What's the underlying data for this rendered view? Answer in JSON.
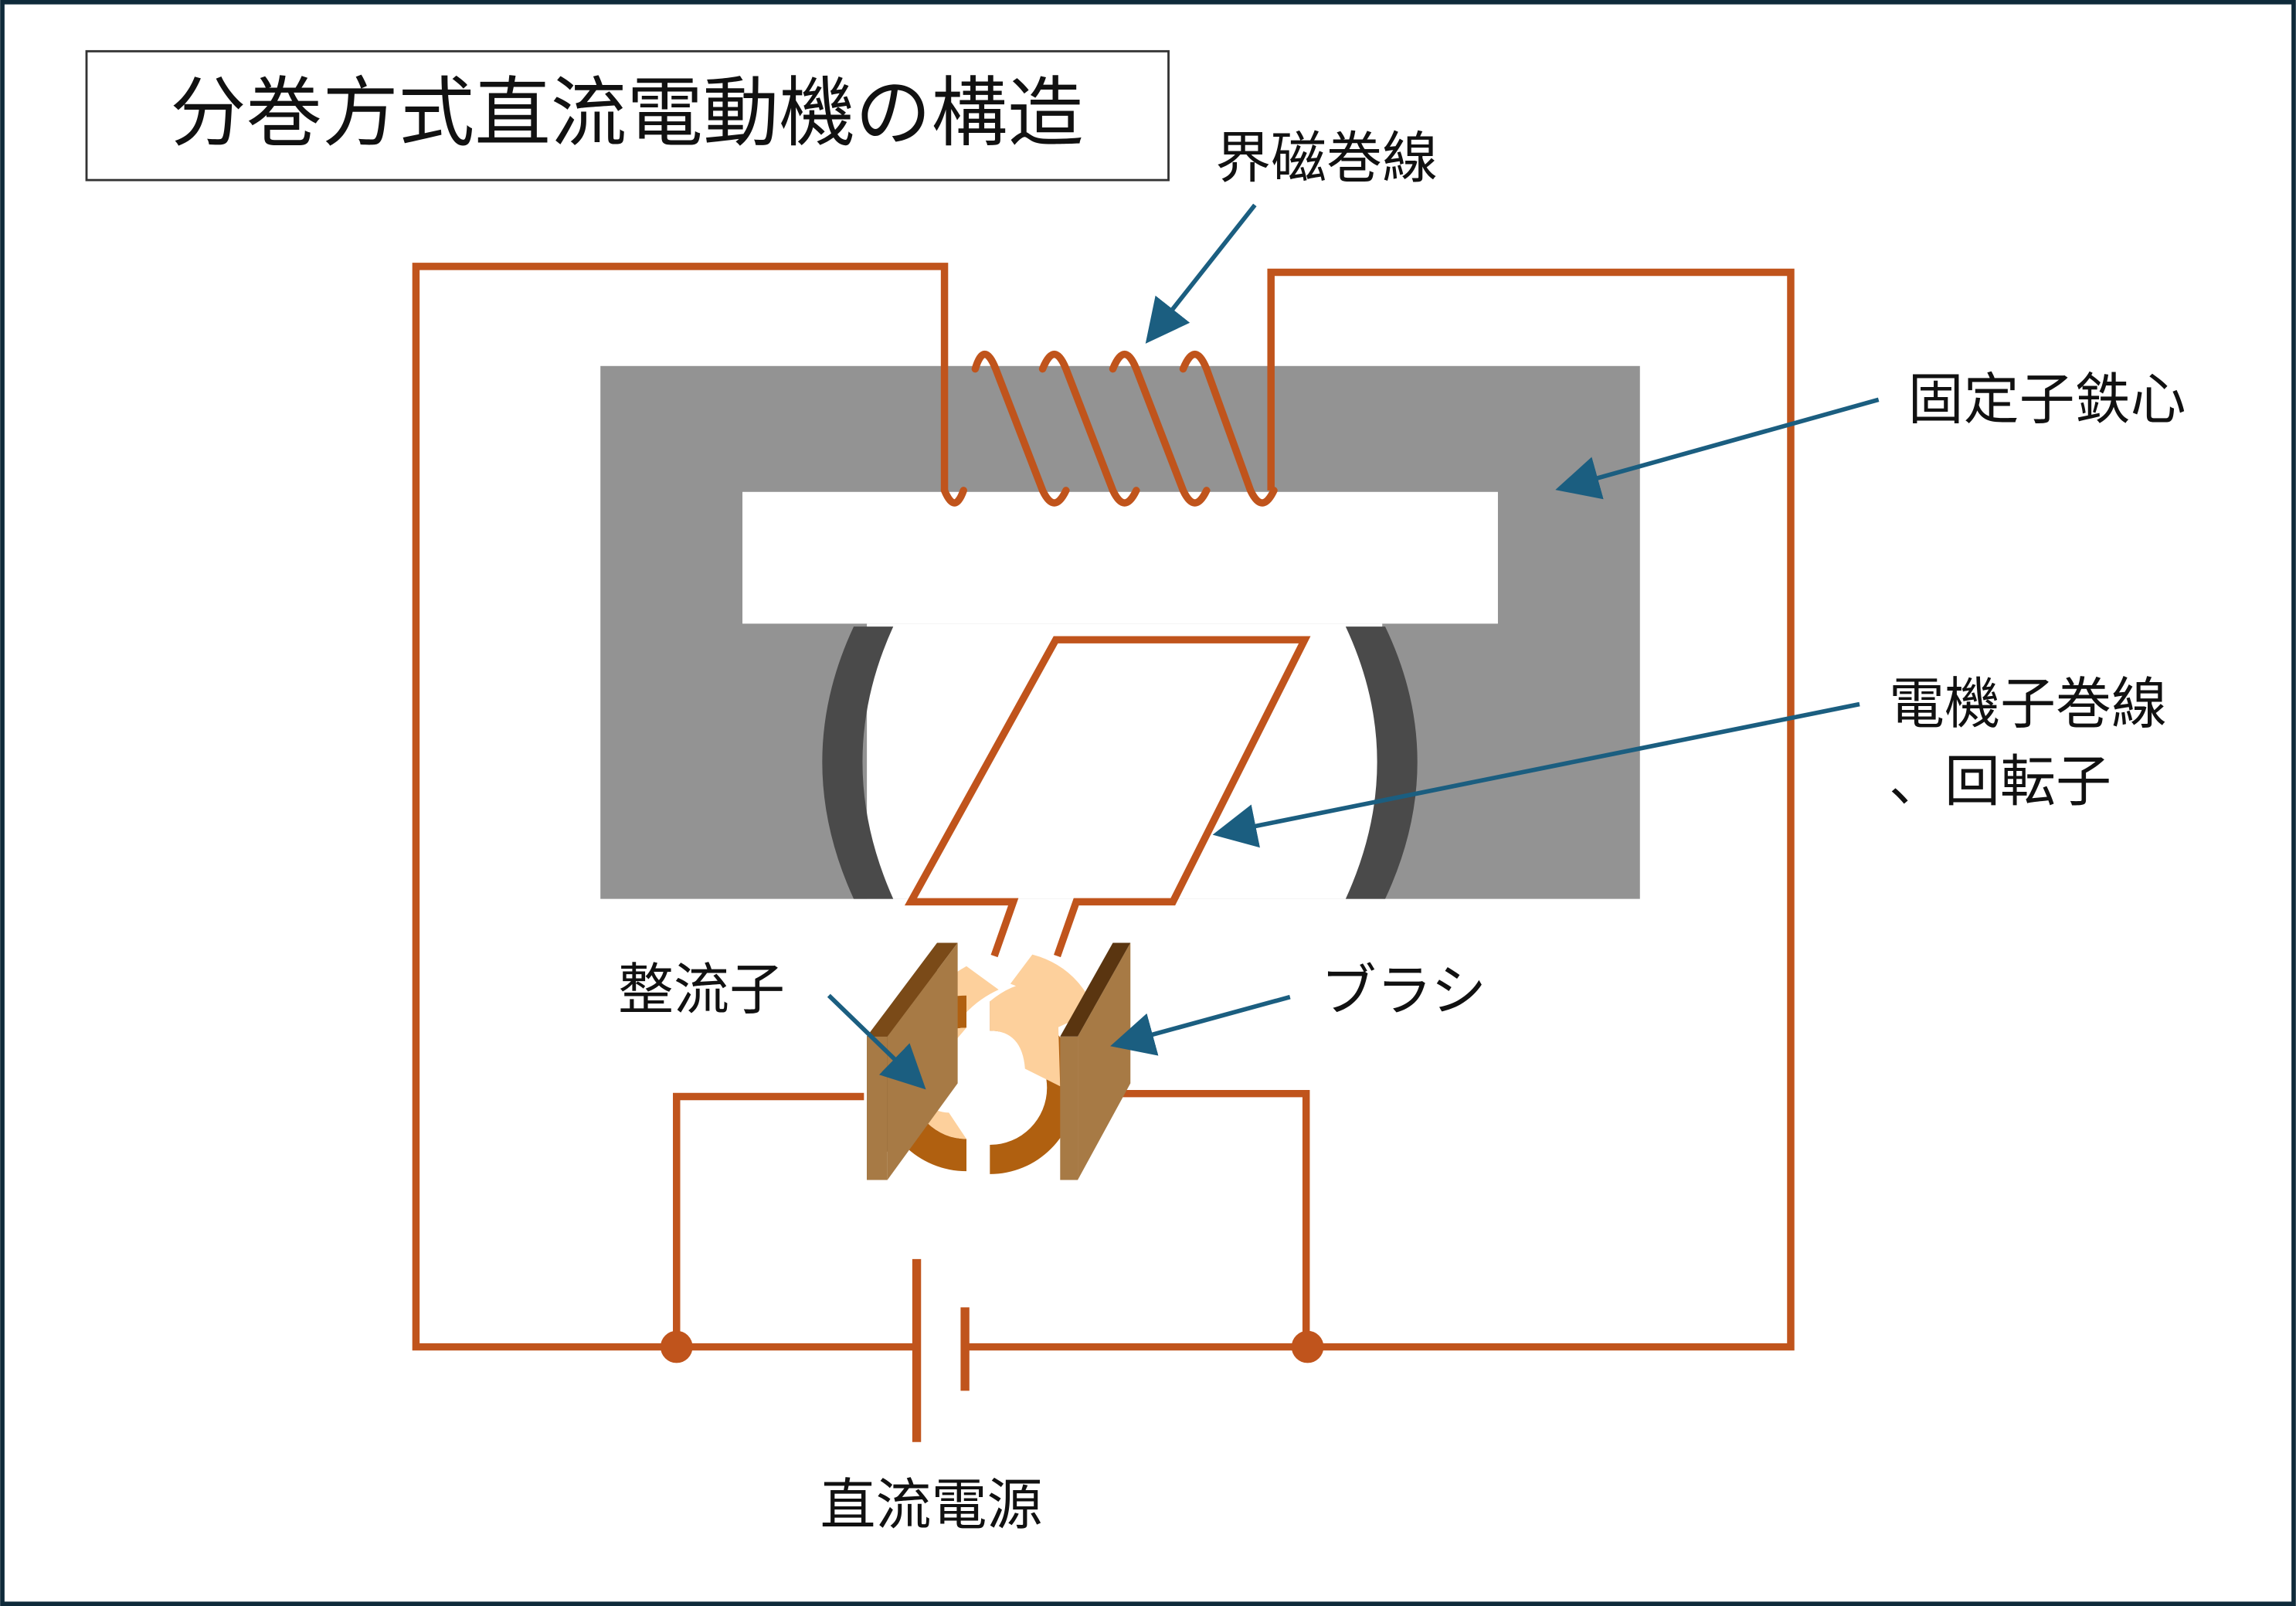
{
  "title": "分巻方式直流電動機の構造",
  "labels": {
    "field_winding": "界磁巻線",
    "stator_core": "固定子鉄心",
    "armature_line1": "電機子巻線",
    "armature_line2": "、回転子",
    "commutator": "整流子",
    "brush": "ブラシ",
    "dc_source": "直流電源"
  },
  "colors": {
    "frame": "#0f2a3a",
    "wire": "#c0541c",
    "leader": "#1b5e80",
    "core": "#939393",
    "pole": "#4a4a4a",
    "commutator_light": "#fdd09c",
    "commutator_dark": "#b06010",
    "brush_face": "#a77a45",
    "brush_edge": "#5a3510"
  }
}
